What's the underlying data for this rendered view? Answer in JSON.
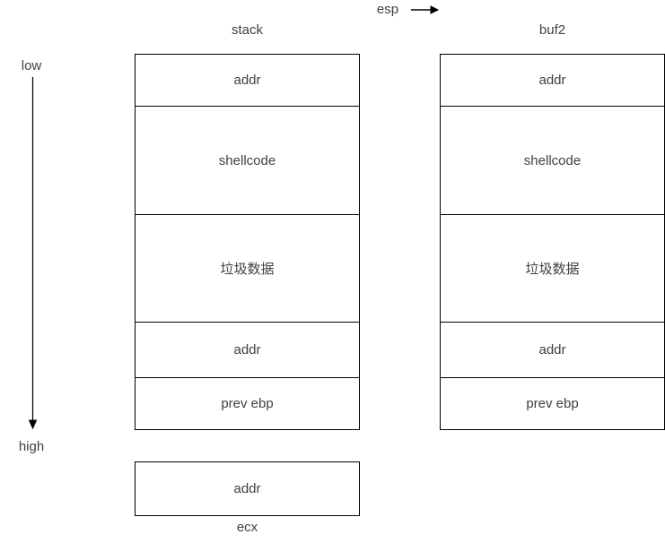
{
  "canvas": {
    "background": "#ffffff",
    "border_color": "#000000",
    "text_color": "#404040"
  },
  "esp_pointer": {
    "label": "esp",
    "icon": "right-arrow-icon"
  },
  "address_axis": {
    "low_label": "low",
    "high_label": "high",
    "icon": "down-arrow-icon"
  },
  "stack_column": {
    "title": "stack",
    "cells": [
      {
        "label": "addr"
      },
      {
        "label": "shellcode"
      },
      {
        "label": "垃圾数据"
      },
      {
        "label": "addr"
      },
      {
        "label": "prev ebp"
      }
    ]
  },
  "buf2_column": {
    "title": "buf2",
    "cells": [
      {
        "label": "addr"
      },
      {
        "label": "shellcode"
      },
      {
        "label": "垃圾数据"
      },
      {
        "label": "addr"
      },
      {
        "label": "prev ebp"
      }
    ]
  },
  "ecx_box": {
    "cell_label": "addr",
    "caption": "ecx"
  }
}
